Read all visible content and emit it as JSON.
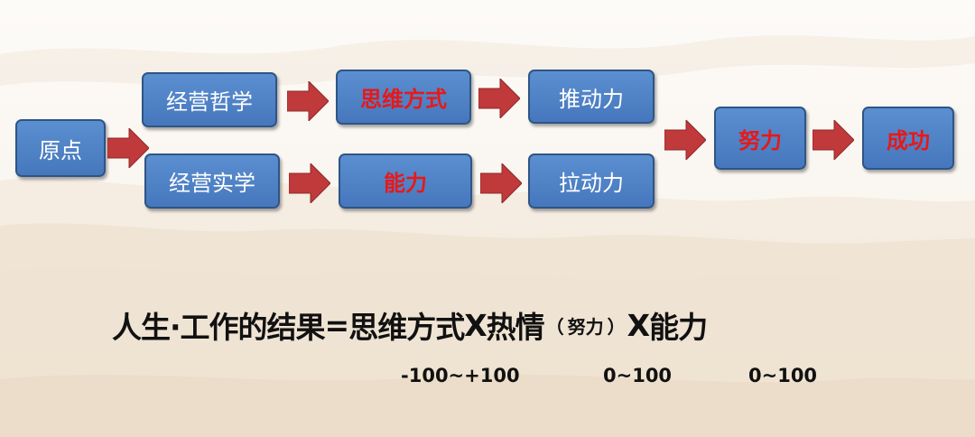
{
  "diagram": {
    "nodes": {
      "origin": "原点",
      "philosophy": "经营哲学",
      "practice": "经营实学",
      "thinking": "思维方式",
      "ability": "能力",
      "push": "推动力",
      "pull": "拉动力",
      "effort": "努力",
      "success": "成功"
    },
    "highlight_color": "#e81818",
    "box_color": "#4f82c4",
    "arrow_color": "#c0393b"
  },
  "formula": {
    "lhs": "人生·工作的结果",
    "eq": "=",
    "thinking": "思维方式",
    "times1": "X",
    "passion": "热情",
    "paren_open": "（",
    "effort": "努力",
    "paren_close": "）",
    "times2": "X",
    "ability": "能力"
  },
  "ranges": {
    "thinking": "-100~+100",
    "passion": "0~100",
    "ability": "0~100"
  }
}
